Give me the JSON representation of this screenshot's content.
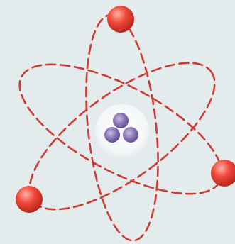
{
  "image": {
    "subject": "atom-model",
    "colors": {
      "background": "#e4ebed",
      "orbit": "#cf3b32",
      "electron_light": "#ffb3a6",
      "electron_mid": "#f04a3a",
      "electron_dark": "#b5241c",
      "nucleus_shell": "#f7f8f8",
      "proton": "#8a74b8"
    },
    "orbit_count": 3,
    "electron_count": 3,
    "nucleus_particle_count": 3
  }
}
